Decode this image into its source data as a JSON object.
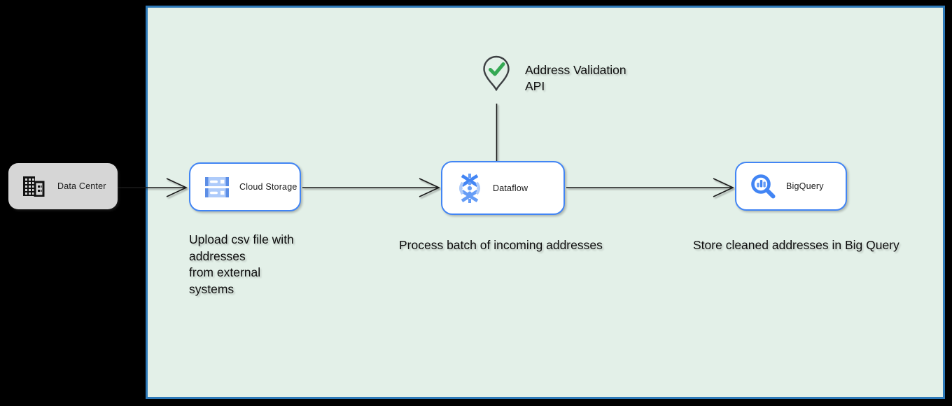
{
  "canvas": {
    "background_color": "#e3f0e8",
    "border_color": "#2d79b8"
  },
  "data_center": {
    "label": "Data Center",
    "icon": "building-icon",
    "fill_color": "#d6d6d6"
  },
  "nodes": {
    "cloud_storage": {
      "label": "Cloud Storage",
      "icon": "cloud-storage-icon"
    },
    "dataflow": {
      "label": "Dataflow",
      "icon": "dataflow-icon"
    },
    "bigquery": {
      "label": "BigQuery",
      "icon": "bigquery-icon"
    }
  },
  "captions": {
    "cloud_storage_lines": [
      "Upload csv file with",
      "addresses",
      "from external",
      "systems"
    ],
    "dataflow": "Process batch of incoming addresses",
    "bigquery": "Store cleaned addresses in Big Query"
  },
  "annotation": {
    "line1": "Address Validation",
    "line2": "API",
    "icon": "location-pin-check-icon",
    "check_color": "#34a853"
  },
  "connectors": [
    {
      "from": "data-center",
      "to": "cloud-storage",
      "style": "open-arrow"
    },
    {
      "from": "cloud-storage",
      "to": "dataflow",
      "style": "open-arrow"
    },
    {
      "from": "dataflow",
      "to": "bigquery",
      "style": "open-arrow"
    },
    {
      "from": "address-validation-api",
      "to": "dataflow",
      "style": "plain-line"
    }
  ],
  "colors": {
    "node_border": "#4285f4",
    "icon_blue": "#4285f4",
    "icon_blue_mid": "#669df6",
    "icon_blue_light": "#aecbfa",
    "arrow": "#1a1a1a"
  }
}
